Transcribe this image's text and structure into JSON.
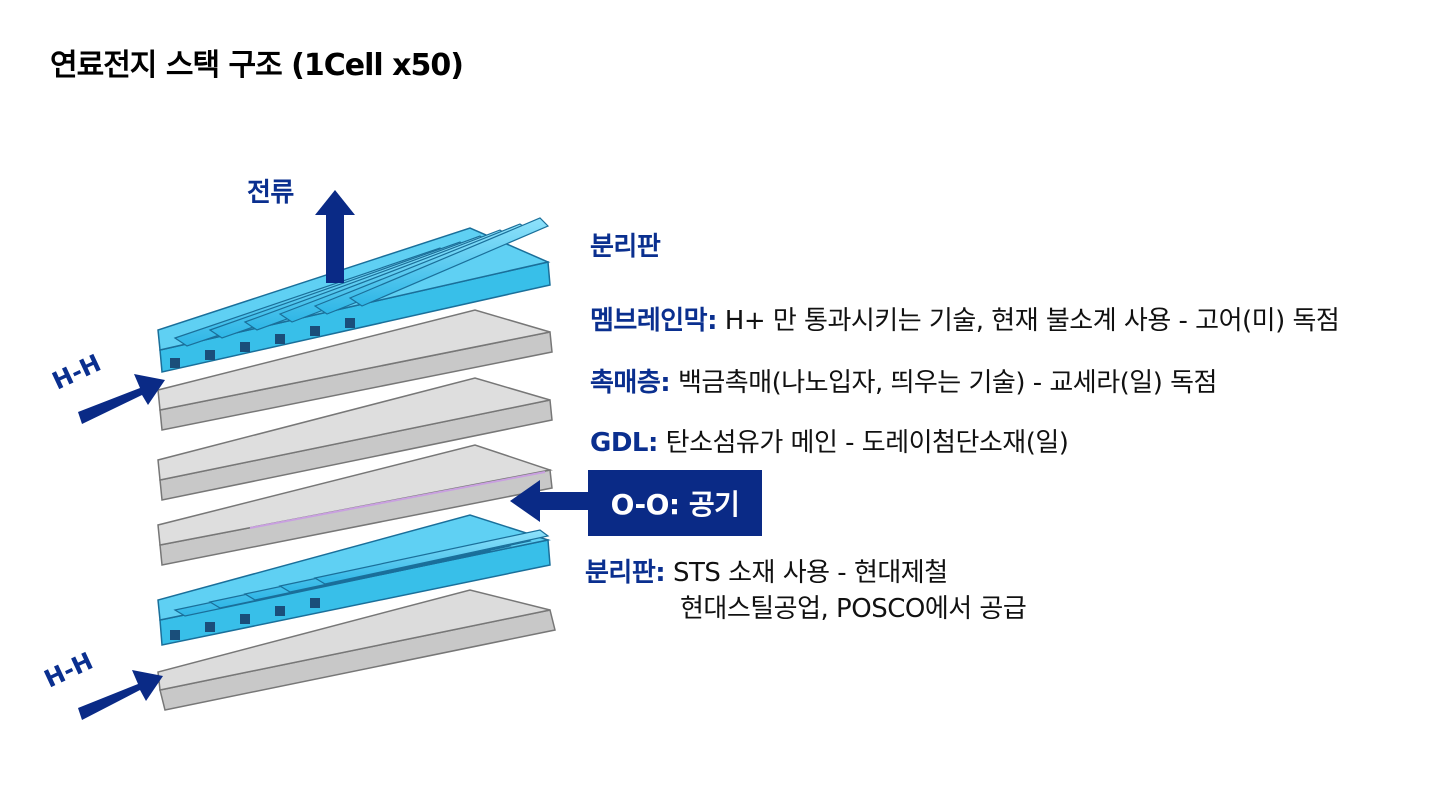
{
  "title": "연료전지 스택 구조 (1Cell x50)",
  "labels": {
    "current": "전류",
    "hydrogen_top": "H-H",
    "hydrogen_bottom": "H-H",
    "air": "O-O: 공기"
  },
  "annotations": {
    "separator_top": "분리판",
    "membrane_key": "멤브레인막:",
    "membrane_text": "H+ 만 통과시키는 기술, 현재 불소계 사용 - 고어(미) 독점",
    "catalyst_key": "촉매층:",
    "catalyst_text": "백금촉매(나노입자, 띄우는 기술) - 교세라(일) 독점",
    "gdl_key": "GDL:",
    "gdl_text": "탄소섬유가 메인 - 도레이첨단소재(일)",
    "separator_bottom_key": "분리판:",
    "separator_bottom_line1": "STS 소재 사용 - 현대제철",
    "separator_bottom_line2": "현대스틸공업, POSCO에서 공급"
  },
  "colors": {
    "label_blue": "#0a2f8f",
    "arrow_blue": "#0a2a86",
    "plate_cyan": "#3cc4ee",
    "plate_gray": "#d9d9d9"
  }
}
